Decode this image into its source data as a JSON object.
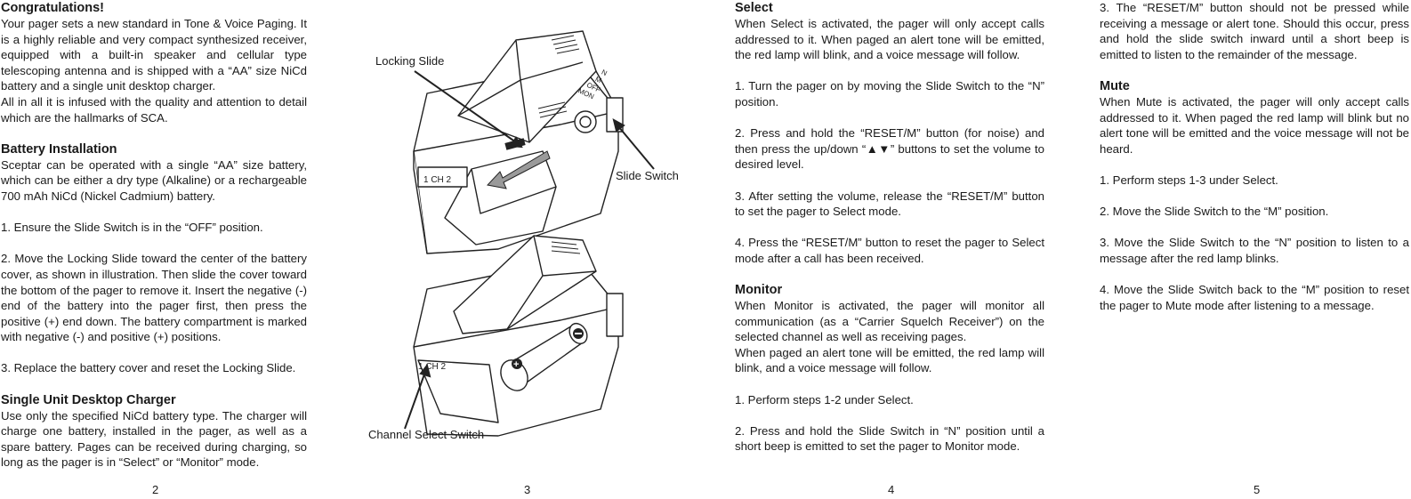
{
  "page2": {
    "title": "Congratulations!",
    "intro1": "Your pager sets a new standard in Tone & Voice Paging. It is a highly reliable and very compact synthesized receiver, equipped with a built-in speaker and cellular type telescoping antenna and is shipped with a “AA” size NiCd battery and a single unit desktop charger.",
    "intro2": "All in all it is infused with the quality and attention to detail which are the hallmarks of SCA.",
    "battery_heading": "Battery Installation",
    "battery_intro": "Sceptar can be operated with a single “AA” size battery, which can be either a dry type (Alkaline) or a rechargeable 700 mAh NiCd (Nickel Cadmium) battery.",
    "step1": "1.  Ensure the Slide Switch is in the “OFF” position.",
    "step2": "2.  Move the Locking Slide toward the center of the battery cover, as shown in illustration. Then slide the cover toward the bottom of the pager to remove it. Insert the negative (-) end of the battery into the pager first, then press the positive (+) end down. The battery compartment is marked with negative (-) and positive (+) positions.",
    "step3": "3.  Replace the battery cover and reset the Locking Slide.",
    "charger_heading": "Single Unit Desktop Charger",
    "charger_text": "Use only the specified NiCd battery type. The charger will charge one battery, installed in the pager, as well as a spare battery. Pages can be received during charging, so long as the pager is in “Select” or “Monitor” mode.",
    "page_number": "2"
  },
  "page3": {
    "label_locking": "Locking Slide",
    "label_slide_switch": "Slide Switch",
    "label_channel": "Channel Select Switch",
    "panel_marks": [
      "N",
      "M",
      "OFF",
      "MON"
    ],
    "channel_mark": "1 CH 2",
    "page_number": "3"
  },
  "page4": {
    "select_heading": "Select",
    "select_text": "When Select is activated, the pager will only accept calls addressed to it. When paged an alert tone will be emitted, the red lamp will blink, and a voice message will follow.",
    "select_step1": "1.  Turn the pager on by moving the Slide Switch to the “N” position.",
    "select_step2": "2.  Press and hold the “RESET/M” button (for noise) and then press the up/down “▲▼” buttons to set the volume to desired level.",
    "select_step3": "3.  After setting the volume, release the “RESET/M” button to set the pager to Select mode.",
    "select_step4": "4.  Press the “RESET/M” button to reset the pager to Select mode after a call has been received.",
    "monitor_heading": "Monitor",
    "monitor_text1": "When Monitor is activated, the pager will monitor all communication (as a “Carrier Squelch Receiver”) on the selected channel as well as receiving pages.",
    "monitor_text2": "When paged an alert tone will be emitted, the red lamp will blink, and a voice message will follow.",
    "monitor_step1": "1.  Perform steps 1-2 under Select.",
    "monitor_step2": "2.  Press and hold the Slide Switch in “N” position until a short beep is emitted to set the pager to Monitor mode.",
    "page_number": "4"
  },
  "page5": {
    "monitor_step3": "3.  The “RESET/M” button should not be pressed while receiving a message or alert tone. Should this occur, press and hold the slide switch inward until a short beep is emitted to listen to the remainder of the message.",
    "mute_heading": "Mute",
    "mute_text": "When Mute is activated, the pager will only accept calls addressed to it. When paged the red lamp will blink but no alert tone will be emitted and the voice message will not be heard.",
    "mute_step1": "1.  Perform steps 1-3 under Select.",
    "mute_step2": "2.  Move the Slide Switch to the “M” position.",
    "mute_step3": "3.  Move the Slide Switch to the “N” position to listen to a message after the red lamp blinks.",
    "mute_step4": "4.  Move the Slide Switch back to the “M” position to reset the pager to Mute mode after listening to a message.",
    "page_number": "5"
  }
}
